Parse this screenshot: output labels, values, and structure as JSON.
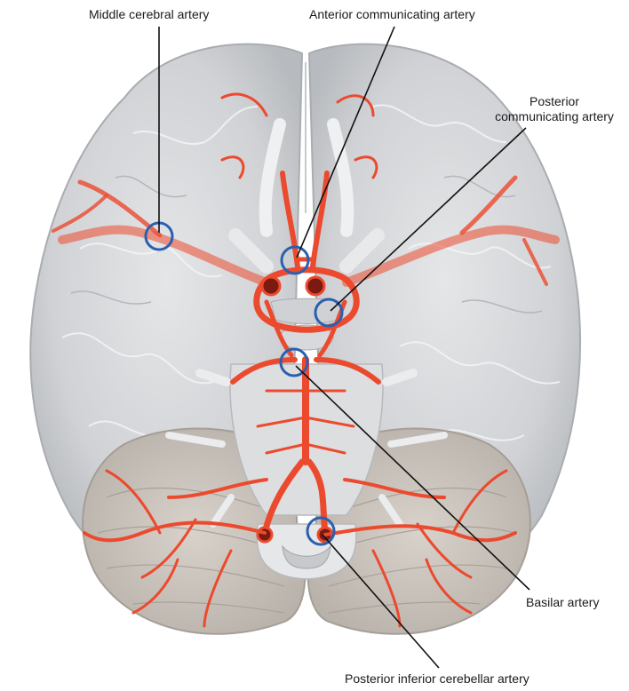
{
  "labels": {
    "middle_cerebral": "Middle cerebral artery",
    "anterior_communicating": "Anterior communicating artery",
    "posterior_communicating_line1": "Posterior",
    "posterior_communicating_line2": "communicating artery",
    "basilar": "Basilar artery",
    "posterior_inferior_cerebellar": "Posterior inferior cerebellar artery"
  },
  "colors": {
    "brain": "#d3d5d8",
    "brain_shadow": "#b9bcc0",
    "cerebellum": "#c9c3bc",
    "artery": "#ec4a2e",
    "highlight_circle": "#2b5fb0",
    "leader_line": "#111111"
  }
}
